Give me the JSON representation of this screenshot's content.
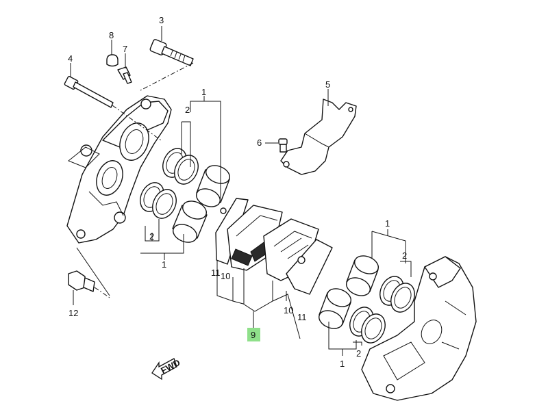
{
  "callouts": {
    "c1_top": "1",
    "c2_top": "2",
    "c3": "3",
    "c4": "4",
    "c5": "5",
    "c6": "6",
    "c7": "7",
    "c8": "8",
    "c2_left": "2",
    "c1_left": "1",
    "c12": "12",
    "c11_left": "11",
    "c10_left": "10",
    "c10_right": "10",
    "c11_right": "11",
    "c9": "9",
    "c1_right": "1",
    "c2_right": "2",
    "c1_bottom": "1",
    "c2_bottom": "2"
  },
  "fwd_label": "FWD",
  "highlight_color": "#8fe08a"
}
